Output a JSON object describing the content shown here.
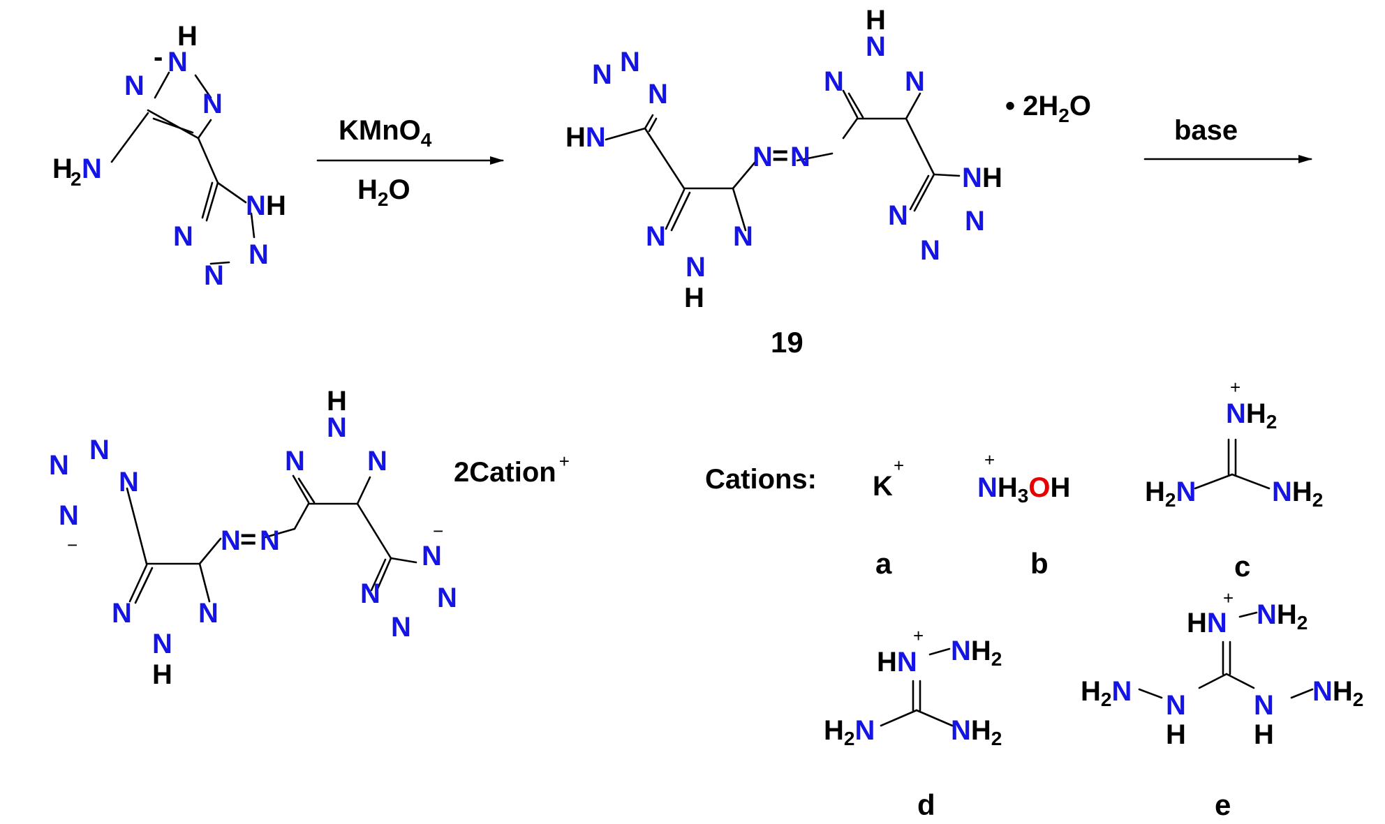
{
  "scheme": {
    "arrow1": {
      "reagent_top": "KMnO",
      "reagent_top_sub": "4",
      "reagent_bottom_h": "H",
      "reagent_bottom_sub": "2",
      "reagent_bottom_o": "O"
    },
    "arrow2": {
      "reagent_top": "base"
    },
    "compound19": {
      "label": "19",
      "hydrate_prefix": "• 2H",
      "hydrate_sub": "2",
      "hydrate_suffix": "O"
    },
    "salt": {
      "cation_text": "2Cation",
      "cation_charge": "+"
    },
    "cations_heading": "Cations:",
    "cation_labels": [
      "a",
      "b",
      "c",
      "d",
      "e"
    ],
    "atoms": {
      "N": "N",
      "H": "H",
      "NH": "NH",
      "HN": "HN",
      "O": "O",
      "K": "K",
      "two": "2",
      "three": "3",
      "plus": "+",
      "minus": "−"
    }
  }
}
